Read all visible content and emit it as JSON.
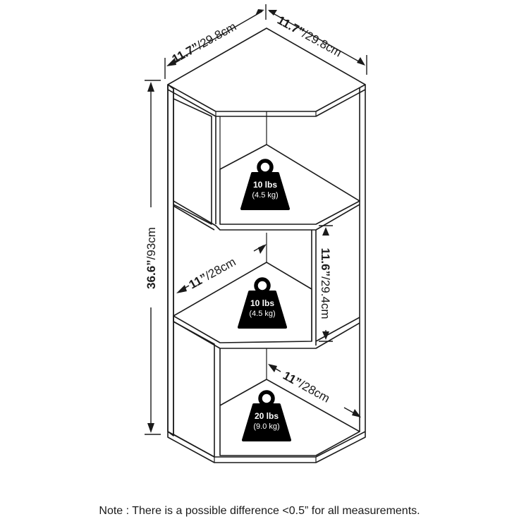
{
  "dimensions": {
    "top_left": {
      "in": "11.7”",
      "cm": "/29.8cm"
    },
    "top_right": {
      "in": "11.7”",
      "cm": "/29.8cm"
    },
    "height": {
      "in": "36.6”",
      "cm": "/93cm"
    },
    "middle_depth": {
      "in": "11”",
      "cm": "/28cm"
    },
    "shelf_gap": {
      "in": "11.6”",
      "cm": "/29.4cm"
    },
    "bottom_depth": {
      "in": "11”",
      "cm": "/28cm"
    }
  },
  "weights": [
    {
      "lbs": "10 lbs",
      "kg": "(4.5 kg)"
    },
    {
      "lbs": "10 lbs",
      "kg": "(4.5 kg)"
    },
    {
      "lbs": "20 lbs",
      "kg": "(9.0 kg)"
    }
  ],
  "note": "Note : There is a possible difference <0.5” for all measurements.",
  "colors": {
    "line": "#1a1a1a",
    "background": "#ffffff",
    "weight_icon": "#000000"
  },
  "icons": [
    "kettlebell-weight-icon",
    "dimension-arrow-icon"
  ]
}
